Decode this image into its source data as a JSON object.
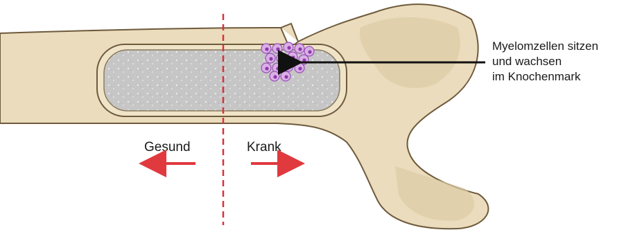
{
  "labels": {
    "healthy": "Gesund",
    "sick": "Krank",
    "callout_line1": "Myelomzellen sitzen",
    "callout_line2": "und wachsen",
    "callout_line3": "im Knochenmark"
  },
  "colors": {
    "bone": "#eadcbc",
    "bone_shade": "#dccaa4",
    "bone_outline": "#6e5a3c",
    "marrow": "#c6c6c6",
    "myeloma_cell": "#c48ad8",
    "arrow_red": "#e0393e",
    "divider_red": "#d8323a",
    "pointer": "#111111"
  },
  "icons": {
    "left_arrow": "arrow-left-icon",
    "right_arrow": "arrow-right-icon"
  }
}
